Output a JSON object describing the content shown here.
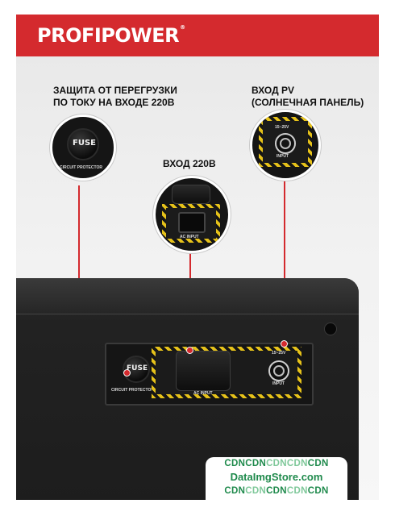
{
  "brand": {
    "name": "PROFIPOWER",
    "trademark": "®",
    "color": "#d42a2e"
  },
  "labels": {
    "overload": "ЗАЩИТА ОТ ПЕРЕГРУЗКИ\nПО ТОКУ НА ВХОДЕ 220В",
    "pv_input": "ВХОД PV\n(СОЛНЕЧНАЯ ПАНЕЛЬ)",
    "ac_input": "ВХОД 220В"
  },
  "device_text": {
    "fuse": "FUSE",
    "circuit_protector": "CIRCUIT PROTECTOR",
    "pv_voltage": "15~25V",
    "pv_input": "INPUT",
    "ac_input": "AC INPUT"
  },
  "colors": {
    "callout_line": "#d42a2e",
    "hazard_yellow": "#e6c21a"
  },
  "watermark": {
    "line1": [
      "CDN",
      "CDN",
      "CDN",
      "CDN",
      "CDN"
    ],
    "store": "DataImgStore.com",
    "line3": [
      "CDN",
      "CDN",
      "CDN",
      "CDN",
      "CDN"
    ]
  }
}
